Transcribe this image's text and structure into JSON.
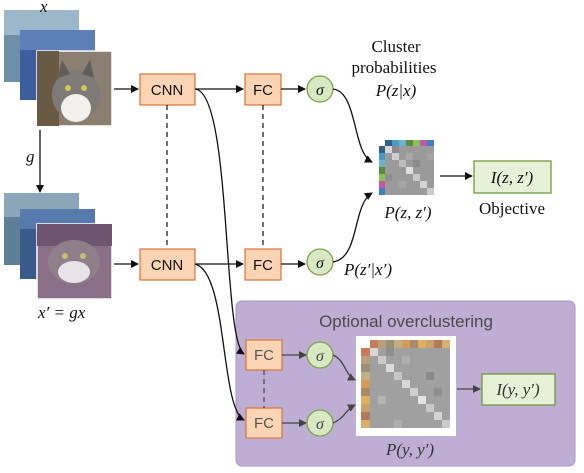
{
  "labels": {
    "x": "x",
    "g": "g",
    "x_prime": "x′ = gx",
    "cluster_line1": "Cluster",
    "cluster_line2": "probabilities",
    "p_z_given_x": "P(z|x)",
    "p_zprime_given_xprime": "P(z′|x′)",
    "p_z_zprime": "P(z, z′)",
    "objective": "Objective",
    "i_z_zprime": "I(z, z′)",
    "optional_title": "Optional overclustering",
    "p_y_yprime": "P(y, y′)",
    "i_y_yprime": "I(y, y′)"
  },
  "blocks": {
    "cnn": "CNN",
    "fc": "FC",
    "sigma": "σ"
  },
  "colors": {
    "block_fill": "#fbd4b4",
    "block_stroke": "#d9733a",
    "sigma_fill": "#d7e8c3",
    "sigma_stroke": "#7ba14a",
    "objective_fill": "#e6f1d8",
    "objective_stroke": "#6f9a3c",
    "optional_panel": "#bfaed3",
    "optional_panel_stroke": "#a996c4"
  }
}
